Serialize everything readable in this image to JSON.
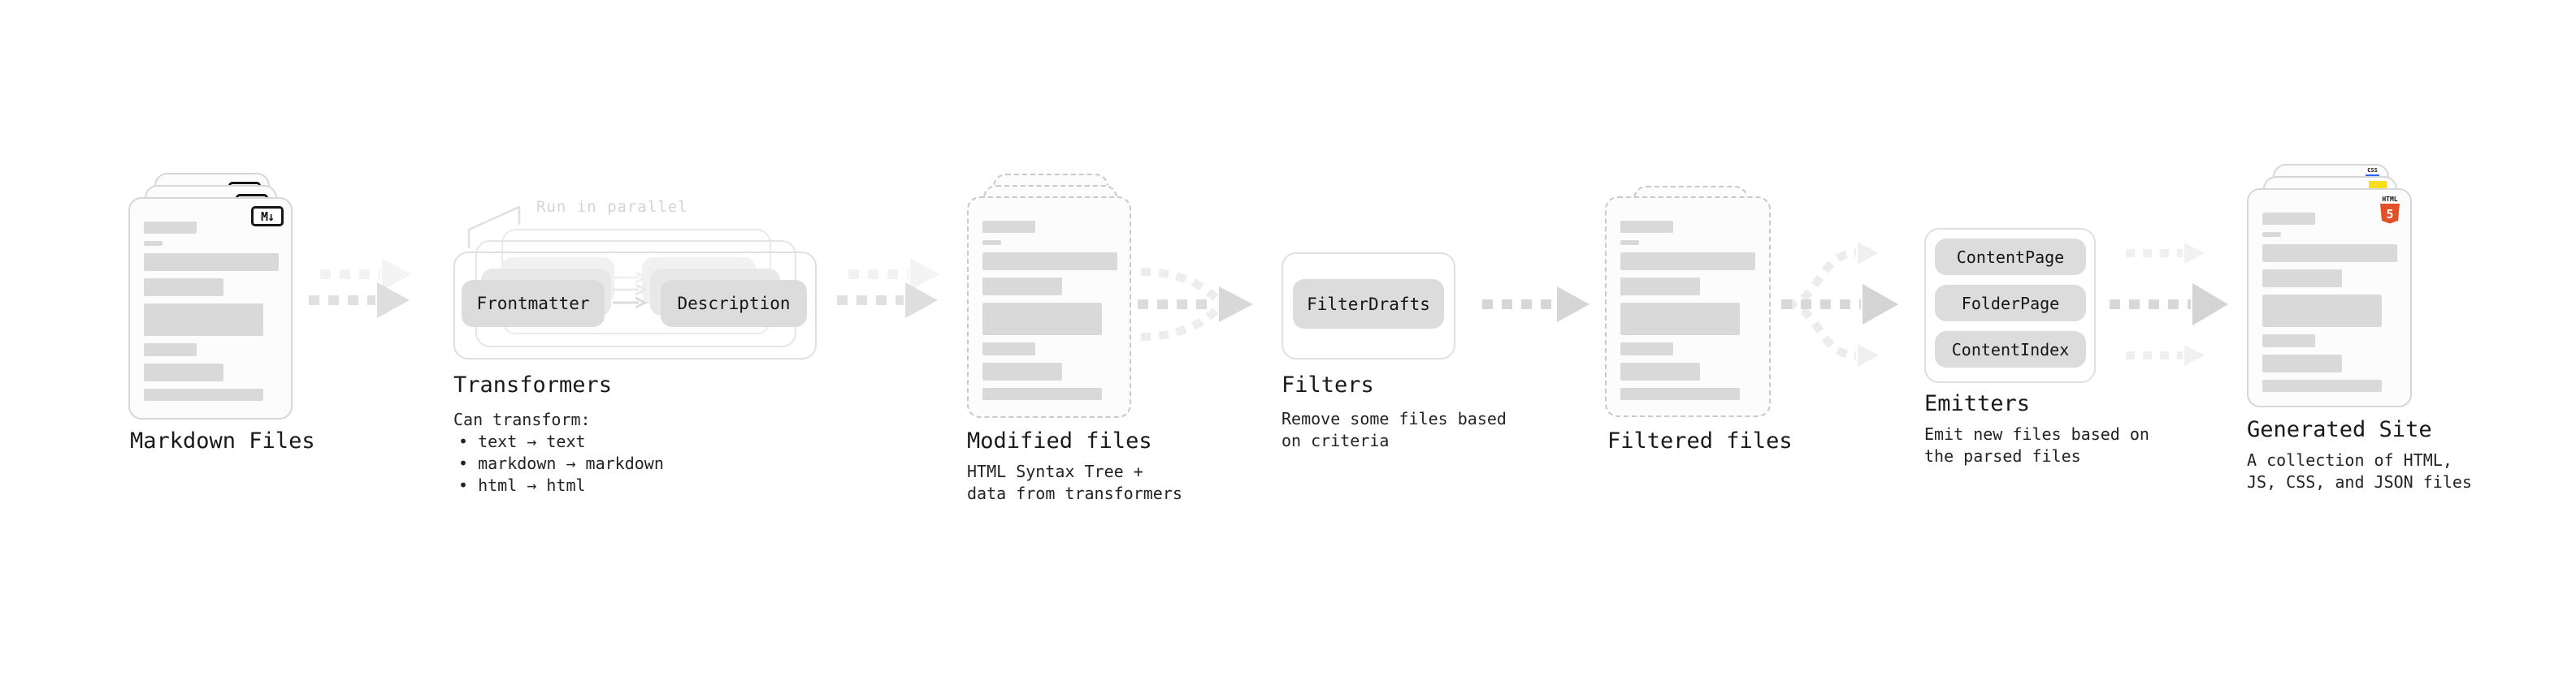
{
  "colors": {
    "background": "#ffffff",
    "placeholder_bar": "#d9d9d9",
    "pill_bg": "#dcdcdc",
    "arrow_gray": "#d6d6d6",
    "arrow_light": "#efefef",
    "annotation_gray": "#d4d4d4",
    "text": "#1a1a1a",
    "html5_orange": "#e34f26",
    "js_yellow": "#f6de1e",
    "css_blue": "#2965f1"
  },
  "stages": {
    "markdown_files": {
      "label": "Markdown Files",
      "icon": "markdown-icon",
      "icon_text": "M↓"
    },
    "transformers": {
      "label": "Transformers",
      "annotation": "Run in parallel",
      "pills": [
        "Frontmatter",
        "Description"
      ],
      "note_title": "Can transform:",
      "bullets": [
        "• text → text",
        "• markdown → markdown",
        "• html → html"
      ]
    },
    "modified_files": {
      "label": "Modified files",
      "note": "HTML Syntax Tree +\ndata from transformers"
    },
    "filters": {
      "label": "Filters",
      "pills": [
        "FilterDrafts"
      ],
      "note": "Remove some files based\non criteria"
    },
    "filtered_files": {
      "label": "Filtered files"
    },
    "emitters": {
      "label": "Emitters",
      "pills": [
        "ContentPage",
        "FolderPage",
        "ContentIndex"
      ],
      "note": "Emit new files based on\nthe parsed files"
    },
    "generated_site": {
      "label": "Generated Site",
      "note": "A collection of HTML,\nJS, CSS, and JSON files",
      "badges": {
        "css_text": "CSS",
        "html_text": "HTML",
        "html_number": "5"
      }
    }
  }
}
